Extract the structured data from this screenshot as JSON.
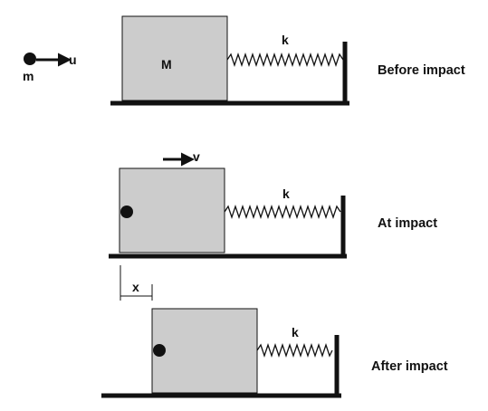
{
  "colors": {
    "block_fill": "#cccccc",
    "ink": "#111111",
    "background": "#ffffff"
  },
  "panels": [
    {
      "id": "before",
      "caption": "Before impact",
      "mass_label": "M",
      "spring_label": "k",
      "ball_label": "m",
      "velocity_label": "u"
    },
    {
      "id": "at",
      "caption": "At impact",
      "spring_label": "k",
      "velocity_label": "v"
    },
    {
      "id": "after",
      "caption": "After impact",
      "spring_label": "k",
      "displacement_label": "x"
    }
  ]
}
